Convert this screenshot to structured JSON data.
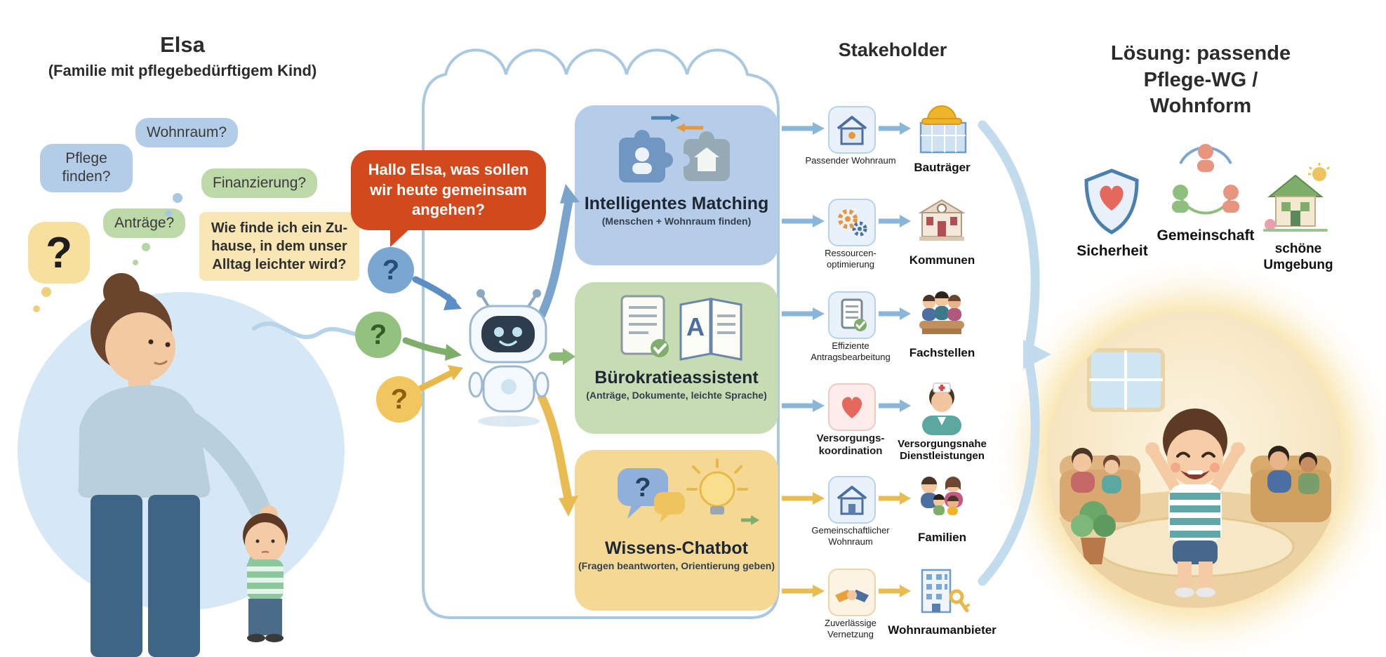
{
  "colors": {
    "bubble_blue": "#b3cde8",
    "bubble_green": "#bdd9a7",
    "bubble_yellow": "#f7df9e",
    "greeting_red": "#d1491c",
    "module_blue": "#b6cde9",
    "module_green": "#c7dcb3",
    "module_yellow": "#f4d894",
    "arrow_blue": "#8ab6d9",
    "arrow_green": "#8cba76",
    "arrow_yellow": "#e9bc52",
    "brace_blue": "#c2dcee"
  },
  "glyphs": {
    "question_mark": "?",
    "letter_a": "A"
  },
  "elsa": {
    "title": "Elsa",
    "subtitle": "(Familie mit pflegebedürftigem Kind)",
    "thought_bubbles": [
      {
        "label": "Pflege finden?",
        "color": "blue"
      },
      {
        "label": "Wohnraum?",
        "color": "blue"
      },
      {
        "label": "Finanzierung?",
        "color": "green"
      },
      {
        "label": "Anträge?",
        "color": "green"
      },
      {
        "label": "?",
        "color": "yellow"
      }
    ],
    "question_box": "Wie finde ich ein Zu-hause, in dem unser Alltag leichter wird?"
  },
  "assistant": {
    "greeting": "Hallo Elsa, was sollen wir heute gemeinsam angehen?",
    "modules": [
      {
        "title": "Intelligentes Matching",
        "subtitle": "(Menschen + Wohnraum finden)",
        "icon": "matching-puzzle-icon"
      },
      {
        "title": "Bürokratieassistent",
        "subtitle": "(Anträge, Dokumente, leichte Sprache)",
        "icon": "documents-book-icon"
      },
      {
        "title": "Wissens-Chatbot",
        "subtitle": "(Fragen beantworten, Orientierung geben)",
        "icon": "chat-lightbulb-icon"
      }
    ]
  },
  "stakeholders": {
    "title": "Stakeholder",
    "rows": [
      {
        "function_label": "Passender Wohnraum",
        "function_icon": "house-icon",
        "stakeholder_label": "Bauträger",
        "stakeholder_icon": "construction-icon"
      },
      {
        "function_label": "Ressourcen-optimierung",
        "function_icon": "gears-icon",
        "stakeholder_label": "Kommunen",
        "stakeholder_icon": "civic-building-icon"
      },
      {
        "function_label": "Effiziente Antragsbearbeitung",
        "function_icon": "document-icon",
        "stakeholder_label": "Fachstellen",
        "stakeholder_icon": "meeting-icon"
      },
      {
        "function_label": "Versorgungs-koordination",
        "function_icon": "heart-icon",
        "stakeholder_label": "Versorgungsnahe Dienstleistungen",
        "stakeholder_icon": "nurse-icon"
      },
      {
        "function_label": "Gemeinschaftlicher Wohnraum",
        "function_icon": "community-house-icon",
        "stakeholder_label": "Familien",
        "stakeholder_icon": "family-icon"
      },
      {
        "function_label": "Zuverlässige Vernetzung",
        "function_icon": "handshake-icon",
        "stakeholder_label": "Wohnraumanbieter",
        "stakeholder_icon": "apartment-key-icon"
      }
    ]
  },
  "solution": {
    "title": "Lösung: passende Pflege-WG / Wohnform",
    "benefits": [
      {
        "label": "Sicherheit",
        "icon": "shield-heart-icon"
      },
      {
        "label": "Gemeinschaft",
        "icon": "community-circle-icon"
      },
      {
        "label": "schöne Umgebung",
        "icon": "house-sun-icon"
      }
    ]
  }
}
